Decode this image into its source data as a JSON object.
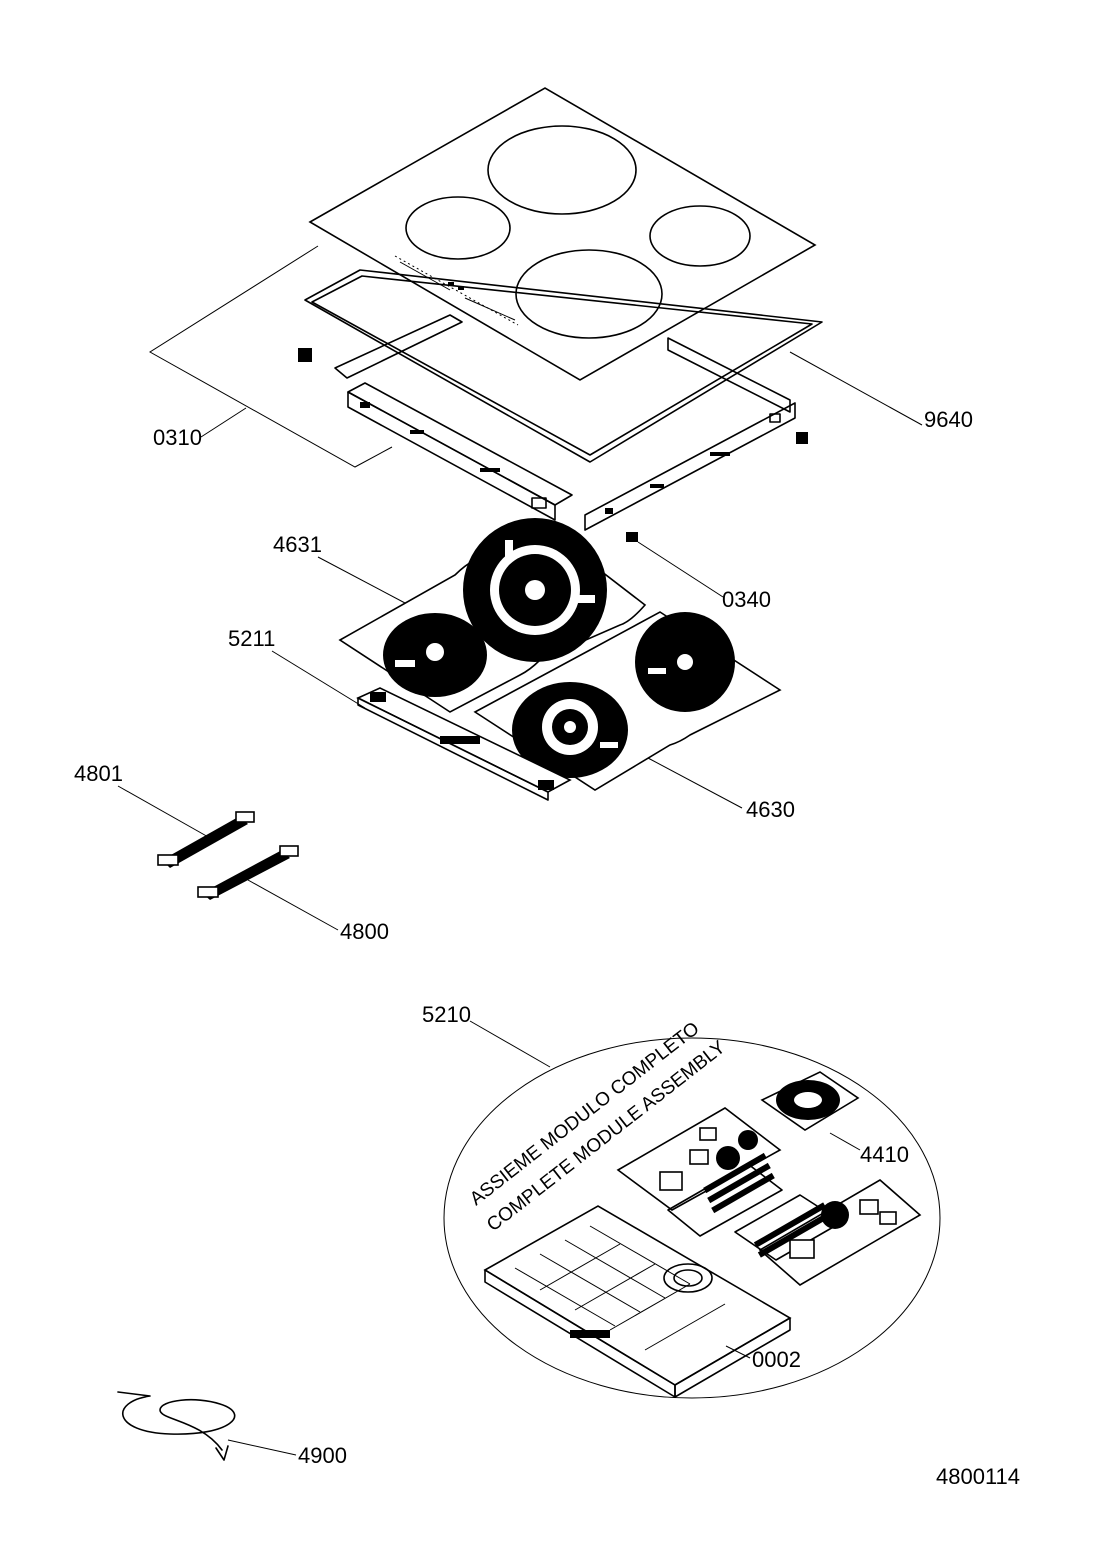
{
  "parts": {
    "p0310": "0310",
    "p9640": "9640",
    "p4631": "4631",
    "p0340": "0340",
    "p5211": "5211",
    "p4801": "4801",
    "p4630": "4630",
    "p4800": "4800",
    "p5210": "5210",
    "p4410": "4410",
    "p0002": "0002",
    "p4900": "4900"
  },
  "assembly": {
    "line1": "ASSIEME MODULO COMPLETO",
    "line2": "COMPLETE MODULE ASSEMBLY"
  },
  "drawing_number": "4800114"
}
